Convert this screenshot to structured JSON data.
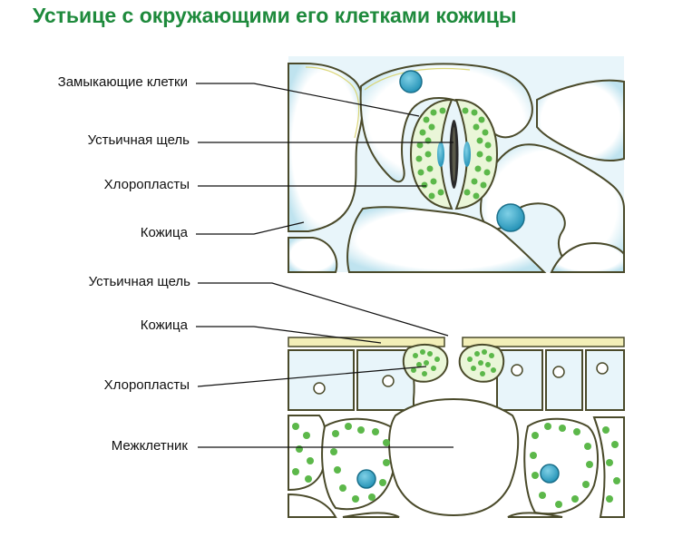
{
  "title": "Устьице с окружающими его клетками кожицы",
  "labels": {
    "guard_cells": "Замыкающие клетки",
    "stomatal_pore_top": "Устьичная щель",
    "chloroplasts_top": "Хлоропласты",
    "epidermis_top": "Кожица",
    "stomatal_pore_bottom": "Устьичная щель",
    "epidermis_bottom": "Кожица",
    "chloroplasts_bottom": "Хлоропласты",
    "intercellular_space": "Межклетник"
  },
  "colors": {
    "title": "#1e8a3c",
    "cell_wall": "#4a4a2a",
    "cytoplasm_blue": "#bfe3ef",
    "chloroplast": "#5cb84a",
    "nucleus": "#2a9bc0",
    "wall_highlight": "#d9d36a"
  }
}
